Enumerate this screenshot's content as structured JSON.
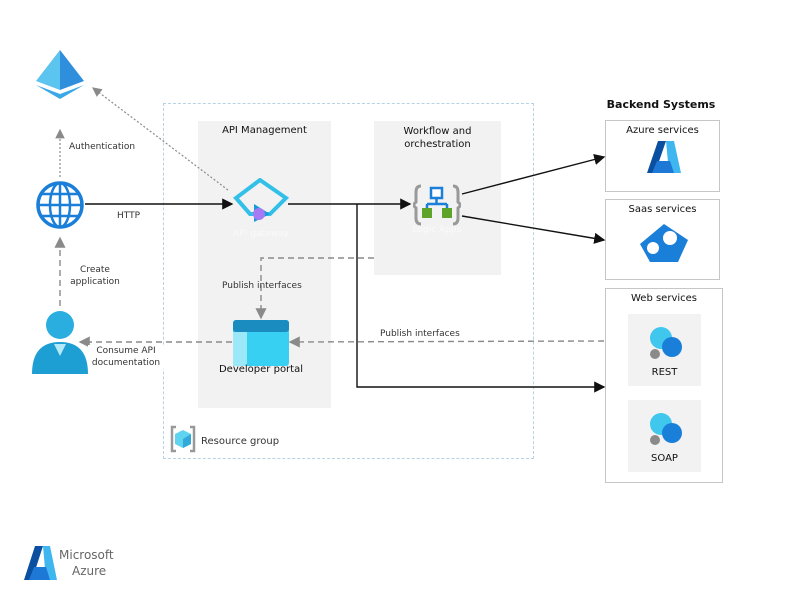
{
  "diagram": {
    "backend_title": "Backend Systems",
    "resource_group_label": "Resource group",
    "groups": {
      "api_management": "API Management",
      "workflow": [
        "Workflow and",
        "orchestration"
      ]
    },
    "nodes": {
      "entra": {
        "icon": "azure-ad-pyramid-icon"
      },
      "web_app": {
        "icon": "globe-icon"
      },
      "user": {
        "icon": "user-icon"
      },
      "api_gateway": {
        "label": "API gateway",
        "icon": "api-gateway-icon"
      },
      "logic_apps": {
        "label": "Logic Apps",
        "icon": "logic-apps-icon"
      },
      "developer_portal": {
        "label": "Developer portal",
        "icon": "developer-portal-icon"
      }
    },
    "backend": {
      "azure": {
        "label": "Azure services",
        "icon": "azure-logo-icon"
      },
      "saas": {
        "label": "Saas services",
        "icon": "saas-gears-icon"
      },
      "web": {
        "label": "Web services",
        "items": [
          {
            "label": "REST",
            "icon": "gears-icon"
          },
          {
            "label": "SOAP",
            "icon": "gears-icon"
          }
        ]
      }
    },
    "edges": {
      "authentication": "Authentication",
      "http": "HTTP",
      "create_application": [
        "Create",
        "application"
      ],
      "consume_api": [
        "Consume API",
        "documentation"
      ],
      "publish_interfaces_internal": "Publish interfaces",
      "publish_interfaces_backend": "Publish interfaces"
    },
    "colors": {
      "azure_blue": "#0078d4",
      "light_blue": "#32bfe8",
      "panel_grey": "#f2f2f2",
      "dashed_grey": "#8a8a8a",
      "green": "#5ea42b",
      "purple": "#a67af4"
    }
  },
  "branding": {
    "line1": "Microsoft",
    "line2": "Azure"
  }
}
